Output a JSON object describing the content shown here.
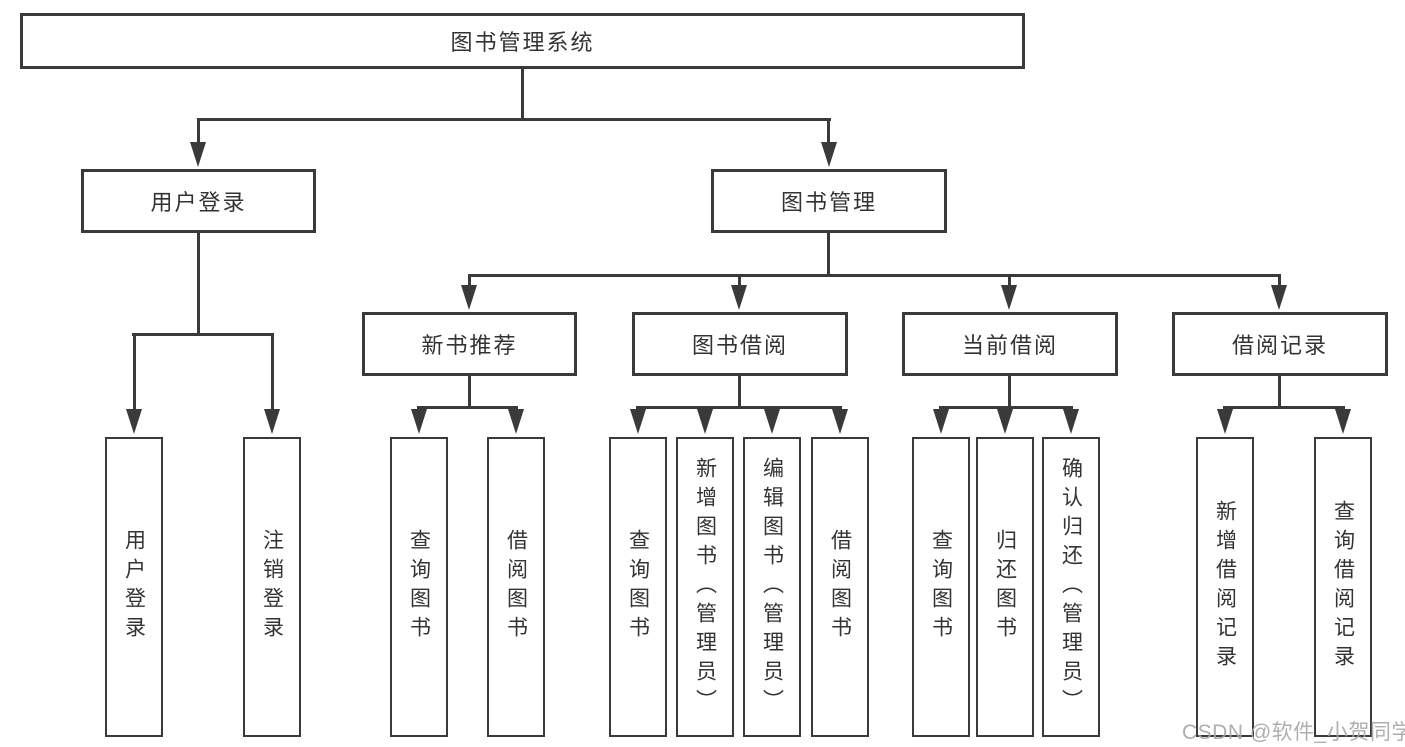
{
  "colors": {
    "line": "#3a3a3a",
    "text": "#333333",
    "watermark": "#a8a8a8",
    "background": "#ffffff"
  },
  "diagram": {
    "root": "图书管理系统",
    "level2": {
      "user_login": "用户登录",
      "book_management": "图书管理"
    },
    "level3": {
      "new_book_recommend": "新书推荐",
      "book_borrow": "图书借阅",
      "current_borrow": "当前借阅",
      "borrow_records": "借阅记录"
    },
    "leaves": {
      "login": "用户登录",
      "logout": "注销登录",
      "nb_query_books": "查询图书",
      "nb_borrow_books": "借阅图书",
      "bb_query_books": "查询图书",
      "bb_add_books_admin": "新增图书（管理员）",
      "bb_edit_books_admin": "编辑图书（管理员）",
      "bb_borrow_books": "借阅图书",
      "cb_query_books": "查询图书",
      "cb_return_books": "归还图书",
      "cb_confirm_return_admin": "确认归还（管理员）",
      "br_add_record": "新增借阅记录",
      "br_query_record": "查询借阅记录"
    }
  },
  "watermark": "CSDN @软件_小贺同学"
}
